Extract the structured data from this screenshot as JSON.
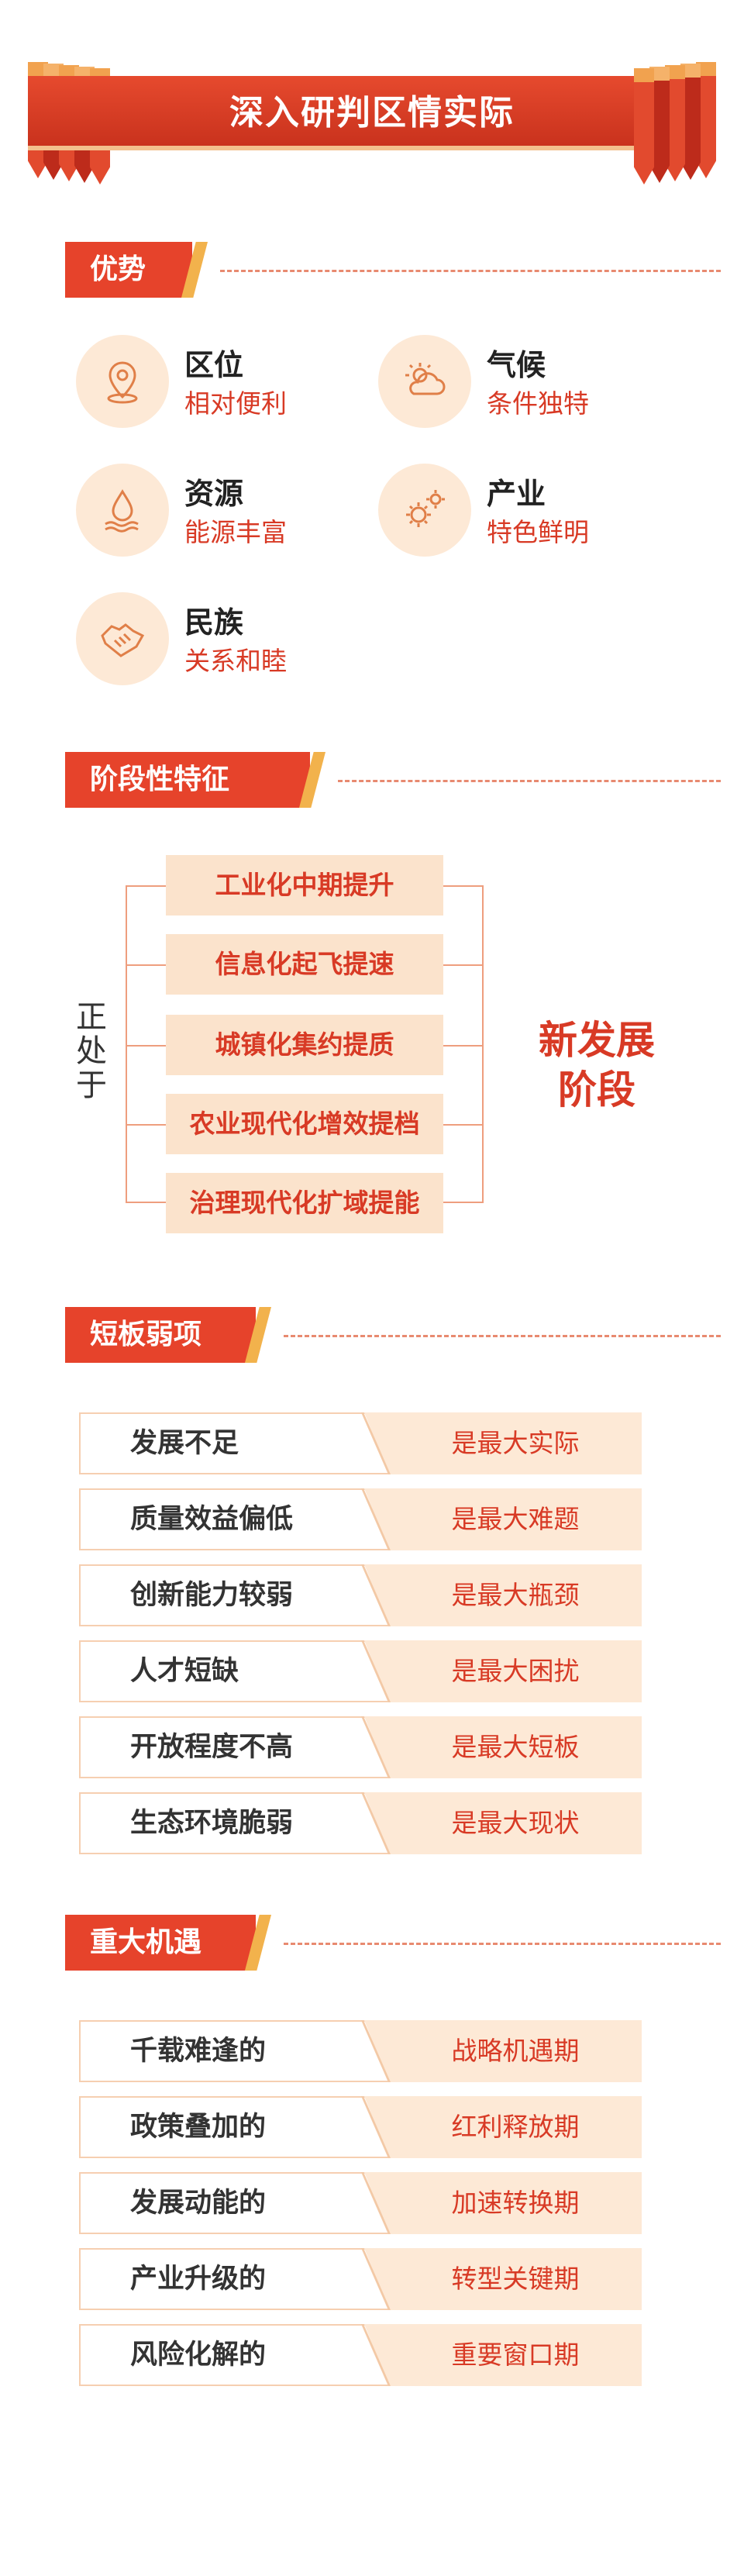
{
  "banner": {
    "title": "深入研判区情实际"
  },
  "sections": {
    "advantages": {
      "title": "优势"
    },
    "stage": {
      "title": "阶段性特征"
    },
    "weak": {
      "title": "短板弱项"
    },
    "opportunities": {
      "title": "重大机遇"
    }
  },
  "advantages": [
    {
      "icon": "location-pin-icon",
      "main": "区位",
      "sub": "相对便利"
    },
    {
      "icon": "weather-cloud-sun-icon",
      "main": "气候",
      "sub": "条件独特"
    },
    {
      "icon": "water-drop-icon",
      "main": "资源",
      "sub": "能源丰富"
    },
    {
      "icon": "gears-icon",
      "main": "产业",
      "sub": "特色鲜明"
    },
    {
      "icon": "handshake-icon",
      "main": "民族",
      "sub": "关系和睦"
    }
  ],
  "stage": {
    "left_label": "正处于",
    "right_label_1": "新发展",
    "right_label_2": "阶段",
    "items": [
      "工业化中期提升",
      "信息化起飞提速",
      "城镇化集约提质",
      "农业现代化增效提档",
      "治理现代化扩域提能"
    ]
  },
  "weak_points": [
    {
      "left": "发展不足",
      "right": "是最大实际"
    },
    {
      "left": "质量效益偏低",
      "right": "是最大难题"
    },
    {
      "left": "创新能力较弱",
      "right": "是最大瓶颈"
    },
    {
      "left": "人才短缺",
      "right": "是最大困扰"
    },
    {
      "left": "开放程度不高",
      "right": "是最大短板"
    },
    {
      "left": "生态环境脆弱",
      "right": "是最大现状"
    }
  ],
  "opportunities": [
    {
      "left": "千载难逢的",
      "right": "战略机遇期"
    },
    {
      "left": "政策叠加的",
      "right": "红利释放期"
    },
    {
      "left": "发展动能的",
      "right": "加速转换期"
    },
    {
      "left": "产业升级的",
      "right": "转型关键期"
    },
    {
      "left": "风险化解的",
      "right": "重要窗口期"
    }
  ],
  "colors": {
    "red": "#e6432b",
    "gold": "#f2b24c",
    "peach": "#fde9d6"
  }
}
